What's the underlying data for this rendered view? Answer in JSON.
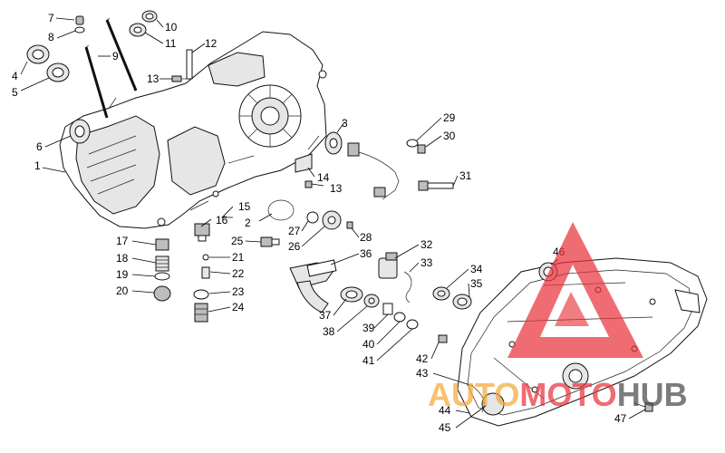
{
  "diagram": {
    "callouts": [
      {
        "n": "1"
      },
      {
        "n": "2"
      },
      {
        "n": "3"
      },
      {
        "n": "4"
      },
      {
        "n": "5"
      },
      {
        "n": "6"
      },
      {
        "n": "7"
      },
      {
        "n": "8"
      },
      {
        "n": "9"
      },
      {
        "n": "10"
      },
      {
        "n": "11"
      },
      {
        "n": "12"
      },
      {
        "n": "13"
      },
      {
        "n": "13"
      },
      {
        "n": "14"
      },
      {
        "n": "15"
      },
      {
        "n": "16"
      },
      {
        "n": "17"
      },
      {
        "n": "18"
      },
      {
        "n": "19"
      },
      {
        "n": "20"
      },
      {
        "n": "21"
      },
      {
        "n": "22"
      },
      {
        "n": "23"
      },
      {
        "n": "24"
      },
      {
        "n": "25"
      },
      {
        "n": "26"
      },
      {
        "n": "27"
      },
      {
        "n": "28"
      },
      {
        "n": "29"
      },
      {
        "n": "30"
      },
      {
        "n": "31"
      },
      {
        "n": "32"
      },
      {
        "n": "33"
      },
      {
        "n": "34"
      },
      {
        "n": "35"
      },
      {
        "n": "36"
      },
      {
        "n": "37"
      },
      {
        "n": "38"
      },
      {
        "n": "39"
      },
      {
        "n": "40"
      },
      {
        "n": "41"
      },
      {
        "n": "42"
      },
      {
        "n": "43"
      },
      {
        "n": "44"
      },
      {
        "n": "45"
      },
      {
        "n": "46"
      },
      {
        "n": "47"
      }
    ]
  },
  "watermark": {
    "brand_auto": "AUTO",
    "brand_moto": "MOTO",
    "brand_hub": "HUB",
    "colors": {
      "triangle": "#e8343c",
      "auto": "#f2a93b",
      "moto": "#e8343c",
      "hub": "#4a4a4a"
    }
  }
}
